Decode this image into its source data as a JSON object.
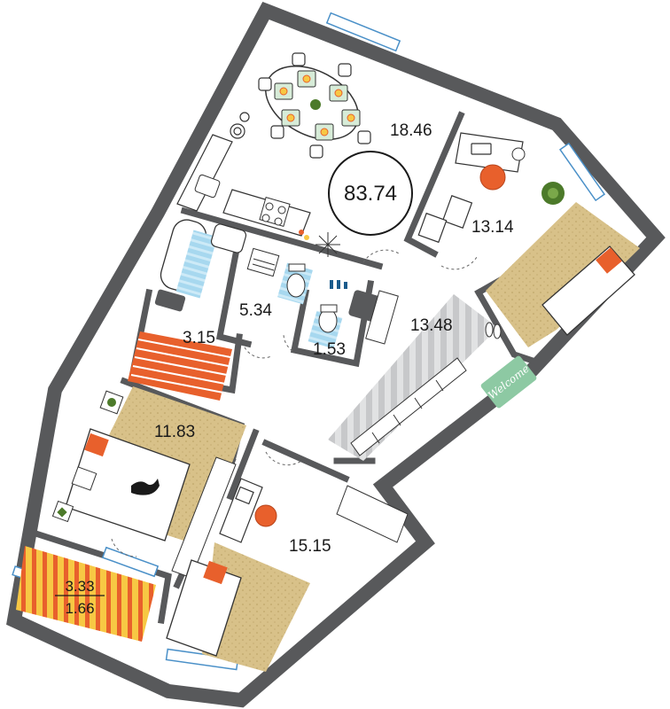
{
  "plan": {
    "total_area": "83.74",
    "rooms": {
      "kitchen_living": "18.46",
      "bedroom_ne": "13.14",
      "hall": "13.48",
      "bathroom": "5.34",
      "wc": "1.53",
      "storage": "3.15",
      "bedroom_w": "11.83",
      "bedroom_s": "15.15"
    },
    "balcony": {
      "area": "3.33",
      "reduced_area": "1.66"
    },
    "doormat_text": "Welcome"
  },
  "colors": {
    "wall": "#58595b",
    "carpet": "#d8c189",
    "bed_accent": "#e8602c",
    "chair_accent": "#e8602c",
    "floor_mat": "#a7d8ef",
    "plant": "#4c7a2a",
    "doormat": "#8dc9a3",
    "balcony_stripe_a": "#f7c844",
    "balcony_stripe_b": "#e8602c",
    "rug_gray": "#c7c8ca"
  }
}
